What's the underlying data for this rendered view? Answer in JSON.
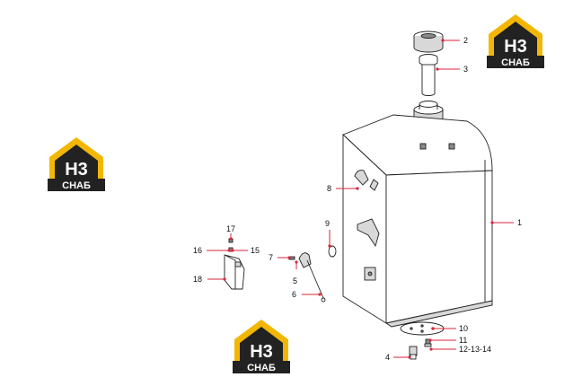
{
  "logos": [
    {
      "mark": "H3",
      "text": "СНАБ"
    },
    {
      "mark": "H3",
      "text": "СНАБ"
    },
    {
      "mark": "H3",
      "text": "СНАБ"
    }
  ],
  "callouts": {
    "c1": "1",
    "c2": "2",
    "c3": "3",
    "c4": "4",
    "c5": "5",
    "c6": "6",
    "c7": "7",
    "c8": "8",
    "c9": "9",
    "c10": "10",
    "c11": "11",
    "c12": "12-13-14",
    "c15": "15",
    "c16": "16",
    "c17": "17",
    "c18": "18"
  },
  "colors": {
    "callout": "#d9263a",
    "logo_yellow": "#f2b705",
    "logo_dark": "#222222"
  }
}
